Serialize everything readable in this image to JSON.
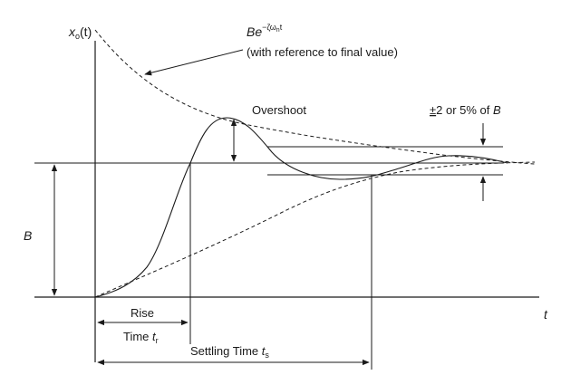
{
  "labels": {
    "y_axis_var": "x",
    "y_axis_sub": "o",
    "y_axis_arg": "(t)",
    "t_axis": "t",
    "envelope_expr_base": "Be",
    "envelope_expr_exp": "−ζω",
    "envelope_expr_exp_sub": "n",
    "envelope_expr_exp_tail": "t",
    "envelope_note": "(with reference to final value)",
    "overshoot": "Overshoot",
    "tolerance_pm": "±",
    "tolerance_text": "2 or 5% of ",
    "tolerance_var": "B",
    "final_value": "B",
    "rise_label": "Rise",
    "rise_time_label": "Time ",
    "rise_time_var": "t",
    "rise_time_sub": "r",
    "settling_label": "Settling Time ",
    "settling_var": "t",
    "settling_sub": "s"
  },
  "colors": {
    "line": "#1a1a1a",
    "background": "#ffffff"
  }
}
